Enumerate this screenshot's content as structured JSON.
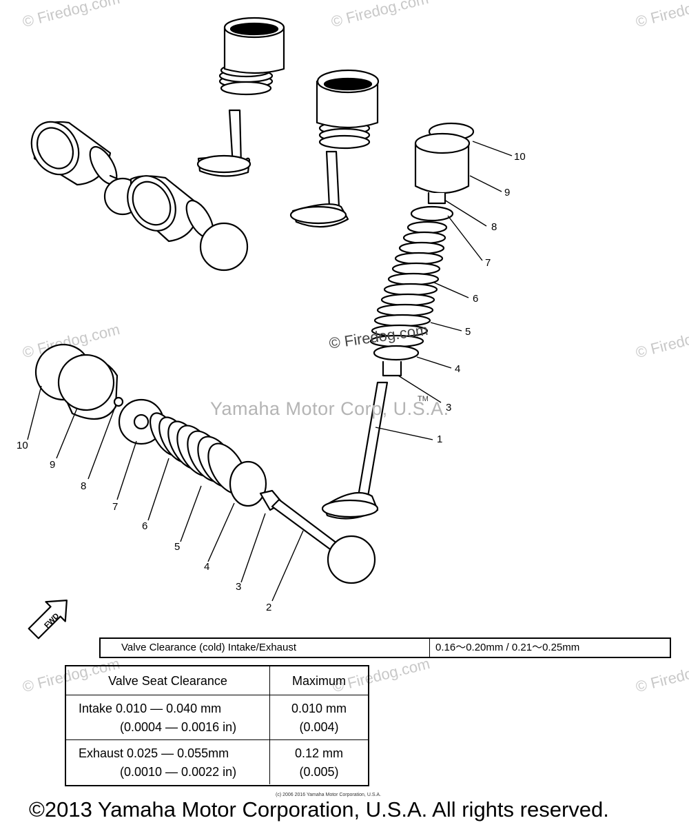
{
  "watermarks": [
    "© Firedog.com"
  ],
  "center_watermark": "Yamaha Motor Corp, U.S.A.",
  "trademark_mark": "TM",
  "fwd_label": "FWD",
  "callouts_right": [
    "10",
    "9",
    "8",
    "7",
    "6",
    "5",
    "4",
    "3",
    "1"
  ],
  "callouts_left": [
    "10",
    "9",
    "8",
    "7",
    "6",
    "5",
    "4",
    "3",
    "2"
  ],
  "valve_clearance": {
    "label": "Valve Clearance (cold) Intake/Exhaust",
    "value": "0.16～0.20mm / 0.21～0.25mm"
  },
  "seat_table": {
    "header_left": "Valve Seat Clearance",
    "header_right": "Maximum",
    "intake_line1": "Intake  0.010 — 0.040 mm",
    "intake_line2": "(0.0004 — 0.0016 in)",
    "intake_max1": "0.010 mm",
    "intake_max2": "(0.004)",
    "exhaust_line1": "Exhaust 0.025 — 0.055mm",
    "exhaust_line2": "(0.0010 — 0.0022 in)",
    "exhaust_max1": "0.12 mm",
    "exhaust_max2": "(0.005)"
  },
  "fine_print": "(c) 2006 2016 Yamaha Motor Corporation, U.S.A.",
  "footer": "©2013 Yamaha Motor Corporation, U.S.A. All rights reserved."
}
